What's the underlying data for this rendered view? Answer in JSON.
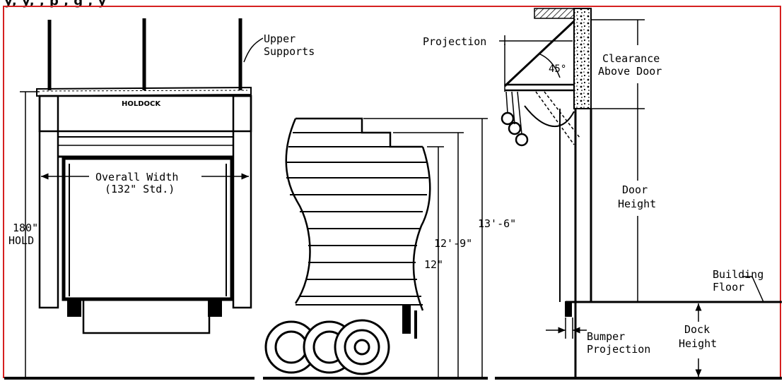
{
  "header": {
    "cutoff_text": "y, y, , p , g , y"
  },
  "colors": {
    "border": "#d62020",
    "ink": "#000000"
  },
  "labels": {
    "upper_supports_1": "Upper",
    "upper_supports_2": "Supports",
    "overall_width_1": "Overall Width",
    "overall_width_2": "(132\" Std.)",
    "hold_1": "180\"",
    "hold_2": "HOLD",
    "brand": "HOLDOCK",
    "projection": "Projection",
    "angle": "45°",
    "clearance_1": "Clearance",
    "clearance_2": "Above Door",
    "door_height_1": "Door",
    "door_height_2": "Height",
    "building_floor_1": "Building",
    "building_floor_2": "Floor",
    "bumper_projection_1": "Bumper",
    "bumper_projection_2": "Projection",
    "dock_height_1": "Dock",
    "dock_height_2": "Height",
    "dim_13_6": "13'-6\"",
    "dim_12_9": "12'-9\"",
    "dim_12": "12\""
  }
}
